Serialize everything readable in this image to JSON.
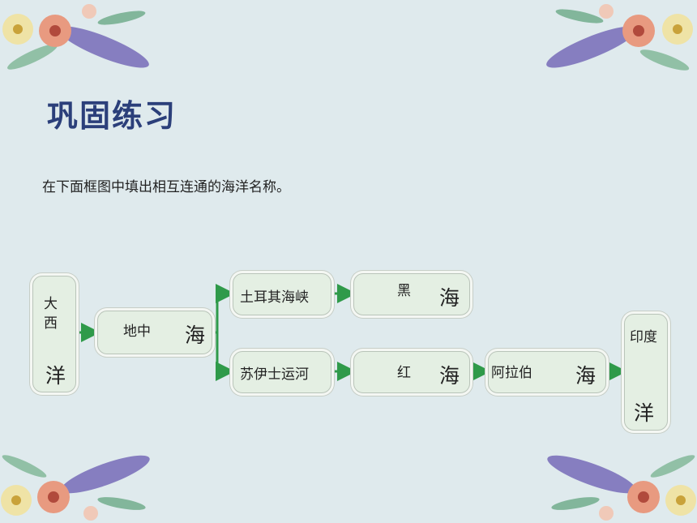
{
  "title": "巩固练习",
  "instruction": "在下面框图中填出相互连通的海洋名称。",
  "diagram": {
    "atlantic": {
      "line1": "大",
      "line2": "西",
      "line3": "洋"
    },
    "mediterranean": {
      "small": "地中",
      "big": "海"
    },
    "turkish_straits": {
      "label": "土耳其海峡"
    },
    "black_sea": {
      "small": "黑",
      "big": "海"
    },
    "suez_canal": {
      "label": "苏伊士运河"
    },
    "red_sea": {
      "small": "红",
      "big": "海"
    },
    "arabian_sea": {
      "small": "阿拉伯",
      "big": "海"
    },
    "indian_ocean": {
      "small": "印度",
      "big": "洋"
    }
  },
  "colors": {
    "background": "#dfeaed",
    "title": "#2b3f7a",
    "arrow": "#2f9a4a",
    "box_fill": "#e4efe3"
  }
}
